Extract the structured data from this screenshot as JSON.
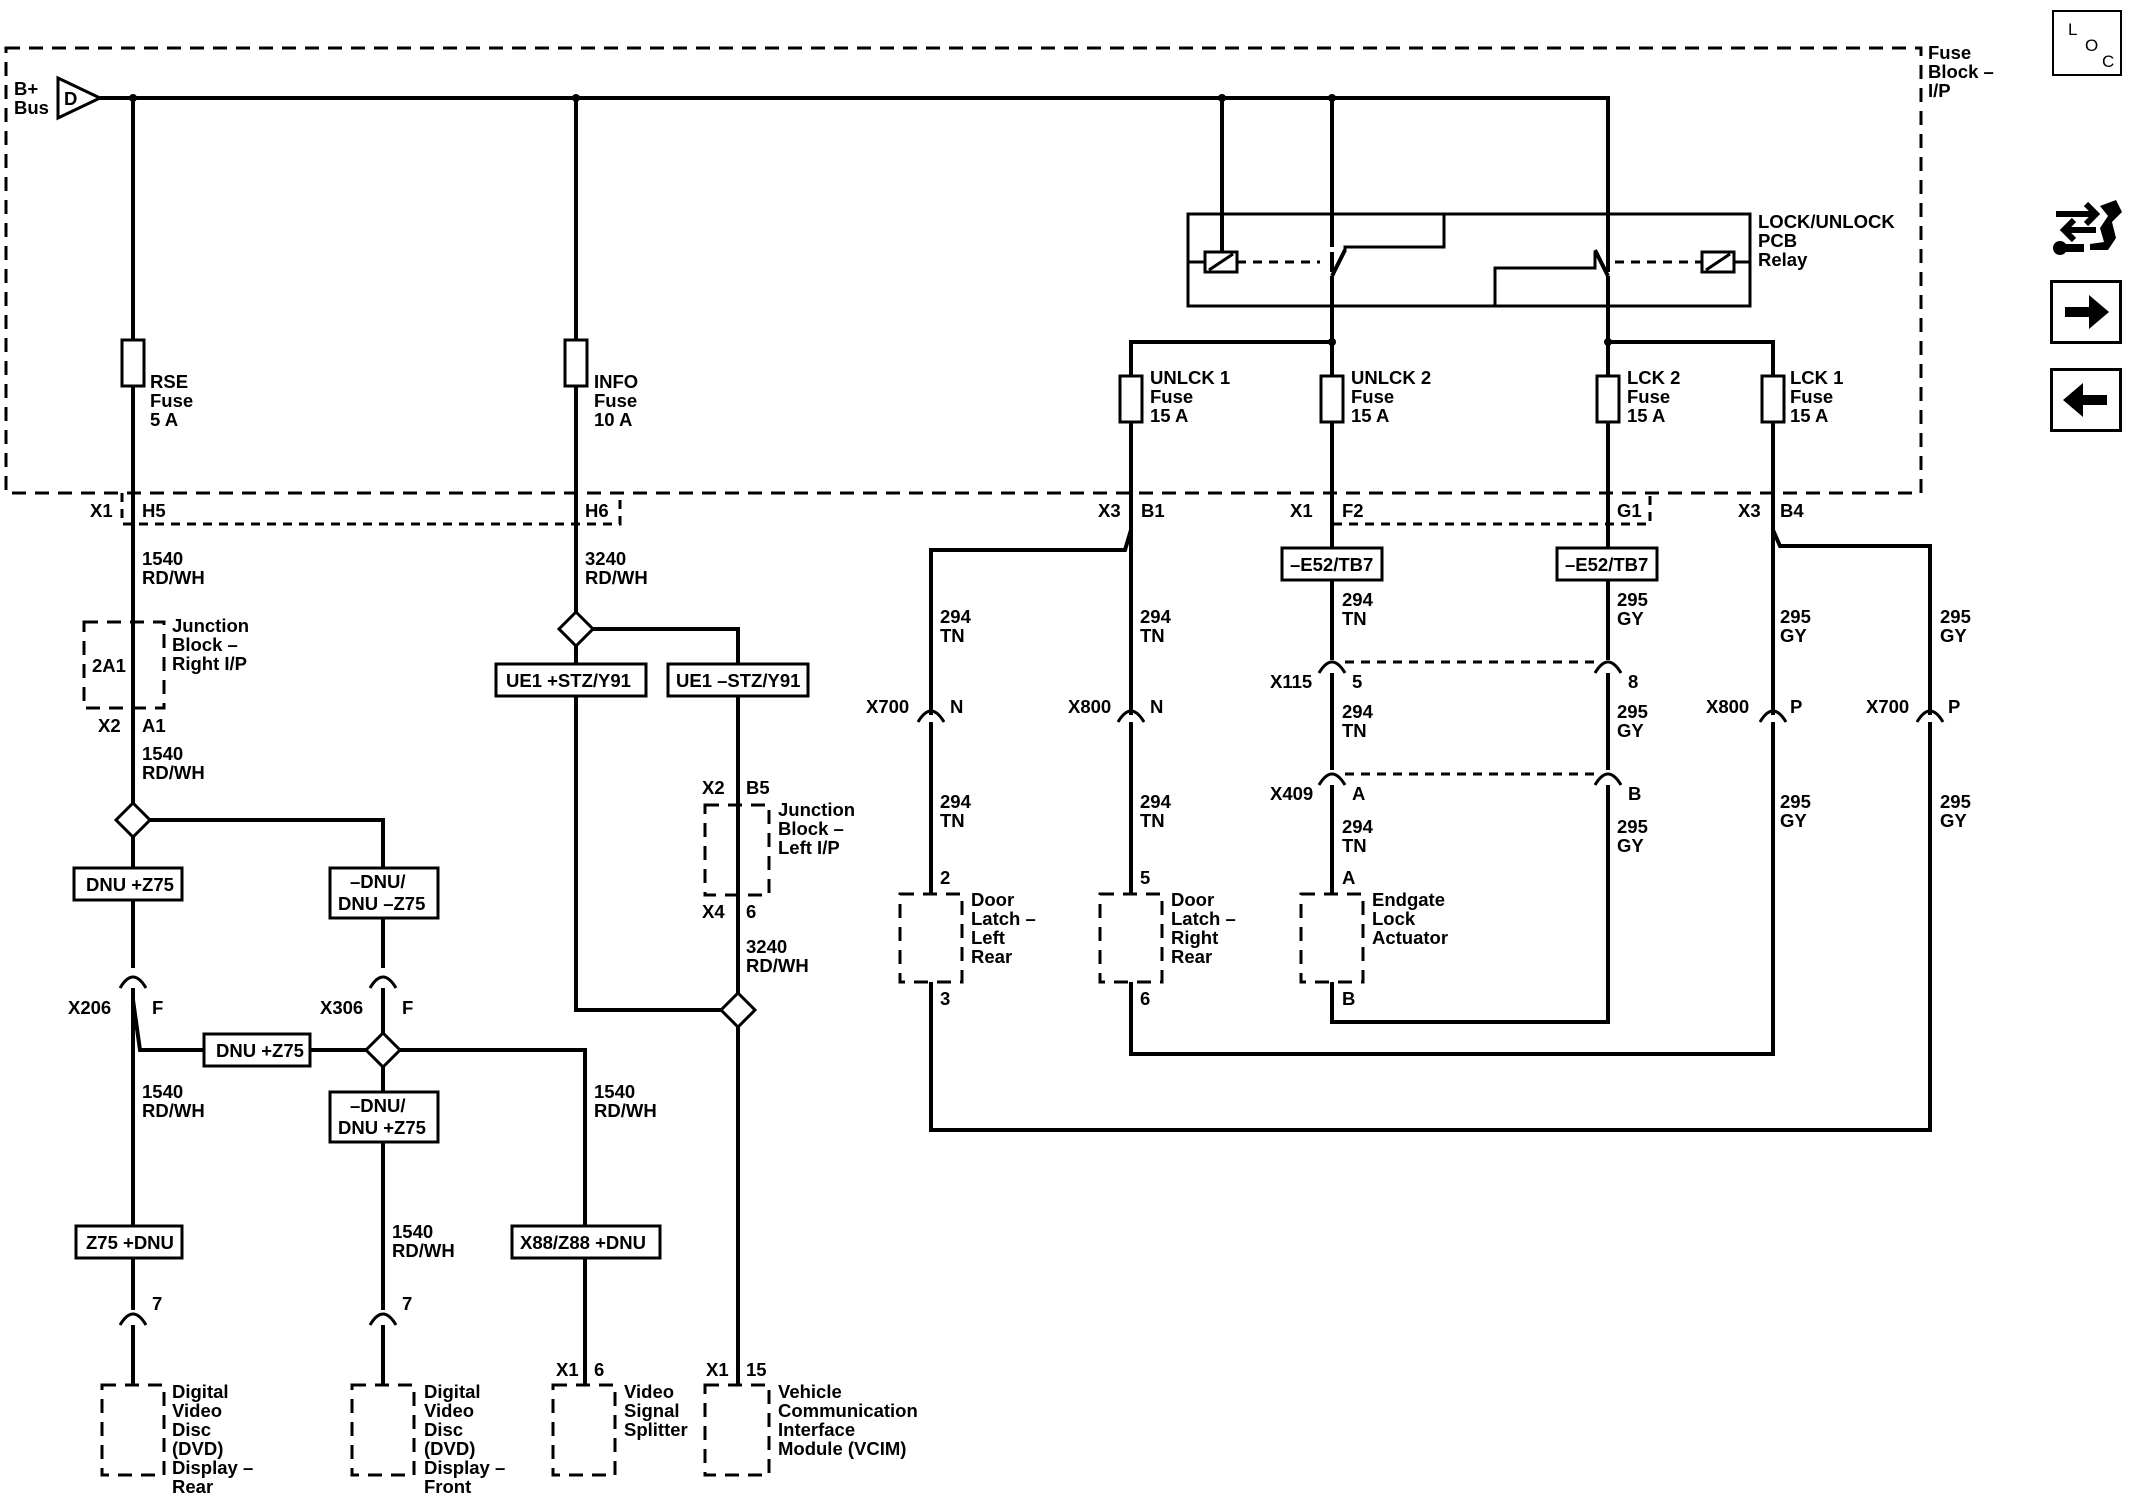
{
  "nav": {
    "loc_letters": [
      "L",
      "O",
      "C"
    ],
    "icons": [
      "component-locator-icon",
      "tools-icon",
      "arrow-right-icon",
      "arrow-left-icon"
    ]
  },
  "fuse_block": {
    "name": [
      "Fuse",
      "Block –",
      "I/P"
    ],
    "bus": [
      "B+",
      "Bus"
    ],
    "bus_tag": "D"
  },
  "relay": [
    "LOCK/UNLOCK",
    "PCB",
    "Relay"
  ],
  "fuses": {
    "rse": [
      "RSE",
      "Fuse",
      "5 A"
    ],
    "info": [
      "INFO",
      "Fuse",
      "10 A"
    ],
    "unlck1": [
      "UNLCK 1",
      "Fuse",
      "15 A"
    ],
    "unlck2": [
      "UNLCK 2",
      "Fuse",
      "15 A"
    ],
    "lck2": [
      "LCK 2",
      "Fuse",
      "15 A"
    ],
    "lck1": [
      "LCK 1",
      "Fuse",
      "15 A"
    ]
  },
  "connectors": {
    "x1": "X1",
    "h5": "H5",
    "h6": "H6",
    "x3": "X3",
    "b1": "B1",
    "x1b": "X1",
    "f2": "F2",
    "g1": "G1",
    "x3b": "X3",
    "b4": "B4",
    "x2": "X2",
    "a1": "A1",
    "x2b": "X2",
    "b5": "B5",
    "x4": "X4",
    "pin6": "6",
    "x206": "X206",
    "x206_pin": "F",
    "x306": "X306",
    "x306_pin": "F",
    "dvd_rear_pin": "7",
    "dvd_front_pin": "7",
    "vss_conn": "X1",
    "vss_pin": "6",
    "vcim_conn": "X1",
    "vcim_pin": "15",
    "x700a": "X700",
    "x700a_pin": "N",
    "x800a": "X800",
    "x800a_pin": "N",
    "x115": "X115",
    "x115_p1": "5",
    "x115_p2": "8",
    "x409": "X409",
    "x409_p1": "A",
    "x409_p2": "B",
    "x800b": "X800",
    "x800b_pin": "P",
    "x700b": "X700",
    "x700b_pin": "P",
    "dll_top": "2",
    "dll_bot": "3",
    "dlr_top": "5",
    "dlr_bot": "6",
    "ela_top": "A",
    "ela_bot": "B"
  },
  "wires": {
    "w1540": [
      "1540",
      "RD/WH"
    ],
    "w3240": [
      "3240",
      "RD/WH"
    ],
    "w294": [
      "294",
      "TN"
    ],
    "w295": [
      "295",
      "GY"
    ]
  },
  "options": {
    "ue1_plus": "UE1 +STZ/Y91",
    "ue1_minus": "UE1 –STZ/Y91",
    "dnu_plus_z75": "DNU +Z75",
    "dnu_minus": [
      "–DNU/",
      "DNU –Z75"
    ],
    "dnu_plus_z75_b": "DNU +Z75",
    "dnu_minus_plus": [
      "–DNU/",
      "DNU +Z75"
    ],
    "z75_dnu": "Z75 +DNU",
    "x88": "X88/Z88 +DNU",
    "e52_left": "–E52/TB7",
    "e52_right": "–E52/TB7"
  },
  "components": {
    "jb_right": [
      "Junction",
      "Block –",
      "Right I/P"
    ],
    "jb_right_tag": "2A1",
    "jb_left": [
      "Junction",
      "Block –",
      "Left I/P"
    ],
    "dvd_rear": [
      "Digital",
      "Video",
      "Disc",
      "(DVD)",
      "Display –",
      "Rear"
    ],
    "dvd_front": [
      "Digital",
      "Video",
      "Disc",
      "(DVD)",
      "Display –",
      "Front"
    ],
    "video_splitter": [
      "Video",
      "Signal",
      "Splitter"
    ],
    "vcim": [
      "Vehicle",
      "Communication",
      "Interface",
      "Module (VCIM)"
    ],
    "door_latch_lr": [
      "Door",
      "Latch –",
      "Left",
      "Rear"
    ],
    "door_latch_rr": [
      "Door",
      "Latch –",
      "Right",
      "Rear"
    ],
    "endgate": [
      "Endgate",
      "Lock",
      "Actuator"
    ]
  }
}
